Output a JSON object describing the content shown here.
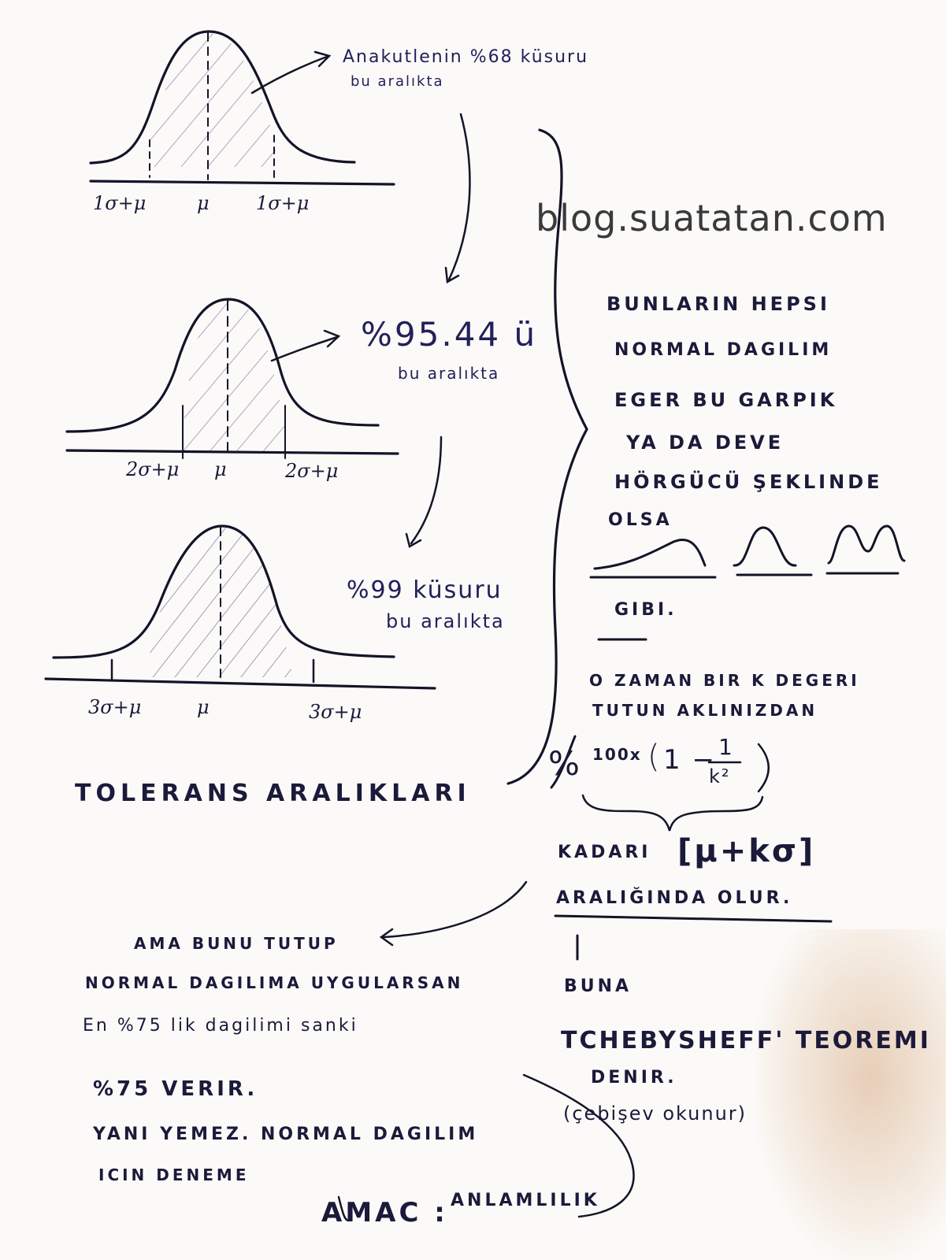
{
  "watermark": "blog.suatatan.com",
  "colors": {
    "ink": "#1b1a3a",
    "hatch": "#9c8fb5",
    "stain": "#d6aa82",
    "paper": "#fbfaf8"
  },
  "curve1": {
    "ticks": [
      "1σ+μ",
      "μ",
      "1σ+μ"
    ],
    "note_line1": "Anakutlenin %68 küsuru",
    "note_line2": "bu aralıkta"
  },
  "curve2": {
    "ticks": [
      "2σ+μ",
      "μ",
      "2σ+μ"
    ],
    "note_line1": "%95.44 ü",
    "note_line2": "bu aralıkta"
  },
  "curve3": {
    "ticks": [
      "3σ+μ",
      "μ",
      "3σ+μ"
    ],
    "note_line1": "%99 küsuru",
    "note_line2": "bu aralıkta"
  },
  "left_title": "TOLERANS ARALIKLARI",
  "right_notes": {
    "lines": [
      "BUNLARIN HEPSI",
      "NORMAL DAGILIM",
      "EGER BU GARPIK",
      "YA DA DEVE",
      "HÖRGÜCÜ ŞEKLINDE",
      "OLSA"
    ],
    "gibi": "GIBI.",
    "then_line1": "O ZAMAN BIR K DEGERI",
    "then_line2": "TUTUN AKLINIZDAN",
    "percent": "%",
    "formula_prefix": "100x",
    "formula_one": "1 −",
    "formula_num": "1",
    "formula_den": "k²",
    "kadari": "KADARI",
    "interval": "[μ+kσ]",
    "araliginda": "ARALIĞINDA OLUR.",
    "buna": "BUNA",
    "theorem": "TCHEBYSHEFF' TEOREMI",
    "denir": "DENIR.",
    "pron": "(çebişev okunur)"
  },
  "bottom_notes": {
    "line1": "AMA BUNU TUTUP",
    "line2": "NORMAL DAGILIMA UYGULARSAN",
    "line3": "En %75 lik dagilimi sanki",
    "line4": "%75 VERIR.",
    "line5": "YANI YEMEZ. NORMAL DAGILIM",
    "line6": "ICIN DENEME",
    "line7_prefix": "AMAC :",
    "line7_word": "ANLAMLILIK"
  }
}
